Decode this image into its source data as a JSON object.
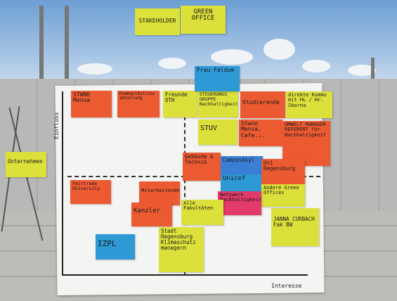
{
  "scene": {
    "title_notes": [
      "STAKEHOLDER",
      "GREEN OFFICE"
    ],
    "axis": {
      "y_label": "Einfluss",
      "x_label": "Interesse"
    },
    "side_note": "Unternehmen",
    "notes": {
      "stwno_mensa": "STWNO Mensa",
      "kommunikation": "Kommunikations abteilung",
      "freunde_oth": "Freunde OTH",
      "steuerungsgruppe": "STEUERUNGS GRUPPE Nachhaltigkeit",
      "studierende": "Studierende",
      "direkte_komm": "direkte Kommu mit HL / Hr. Skorna",
      "frau_faldum": "Frau Faldum",
      "stuv": "STUV",
      "stwno2": "Stwno Mensa, Cafe...",
      "umwelt": "UMWELT MANAGER REFERENT für Nachhaltigkeit",
      "gebaeude": "Gebäude & Technik",
      "campusasyl": "CampusAsyl",
      "unicef": "Unicef",
      "uni_regensburg": "Uni Regensburg",
      "andere_green": "Andere Green Offices",
      "netzwerk": "Netzwerk Nachhaltigkeit",
      "fairtrade": "Fairtrade University",
      "mitarbeitende": "Mitarbeitende",
      "alle_fakultaeten": "Alle Fakultäten",
      "kanzler": "Kanzler",
      "stadt": "Stadt Regensburg Klimaschutz managern",
      "janna": "JANNA CURBACH Fak BW",
      "izpl": "IZPL"
    }
  }
}
